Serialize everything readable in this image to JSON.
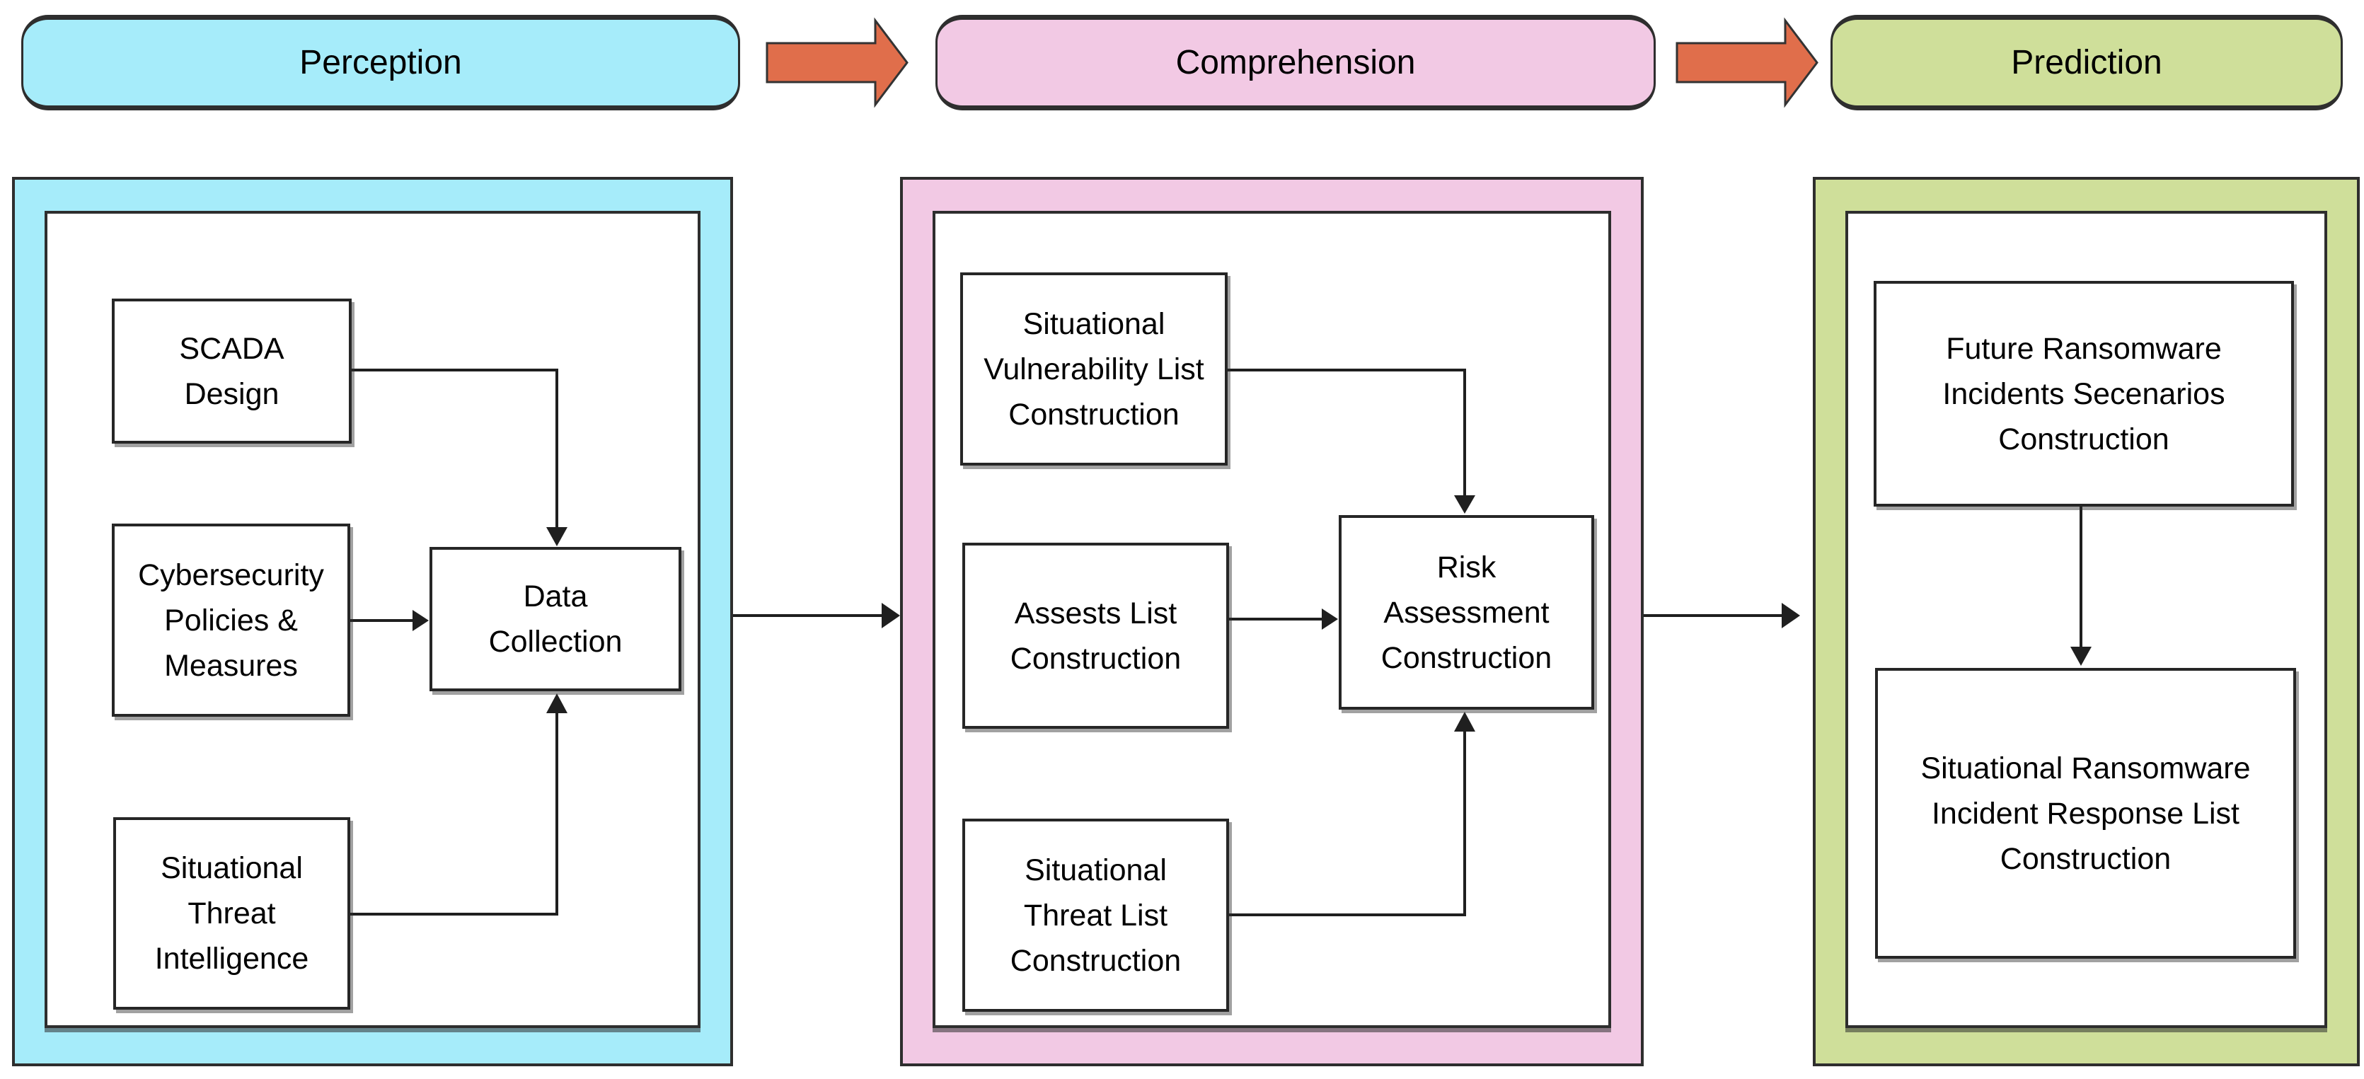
{
  "colors": {
    "perception": "#a6ecfa",
    "comprehension": "#f2c9e4",
    "prediction": "#cfdf9a",
    "arrow": "#e06e4b"
  },
  "header": {
    "perception_label": "Perception",
    "comprehension_label": "Comprehension",
    "prediction_label": "Prediction"
  },
  "perception": {
    "scada_design": "SCADA\nDesign",
    "cybersecurity_policies": "Cybersecurity\nPolicies &\nMeasures",
    "situational_threat_intelligence": "Situational\nThreat\nIntelligence",
    "data_collection": "Data\nCollection"
  },
  "comprehension": {
    "situational_vulnerability_list": "Situational\nVulnerability List\nConstruction",
    "assets_list": "Assests List\nConstruction",
    "situational_threat_list": "Situational\nThreat List\nConstruction",
    "risk_assessment": "Risk\nAssessment\nConstruction"
  },
  "prediction": {
    "future_ransomware_scenarios": "Future Ransomware\nIncidents Secenarios\nConstruction",
    "situational_incident_response": "Situational Ransomware\nIncident Response List\nConstruction"
  }
}
